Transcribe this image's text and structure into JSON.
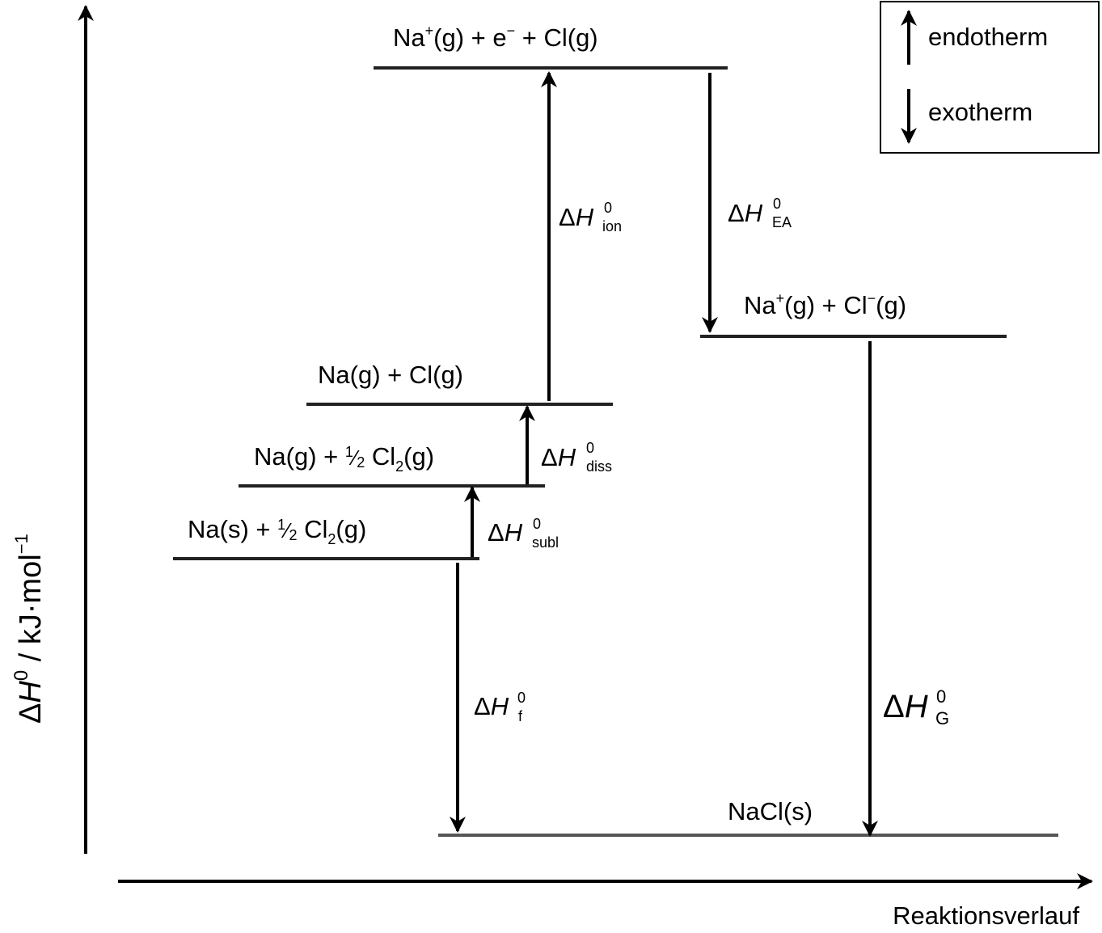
{
  "y_axis_label": {
    "delta": "Δ",
    "h": "H",
    "sup": "0",
    "unit": " / kJ·mol",
    "unit_sup": "−1"
  },
  "x_axis_label": "Reaktionsverlauf",
  "legend": {
    "endo": "endotherm",
    "exo": "exotherm"
  },
  "levels": {
    "top": {
      "a": "Na",
      "a_sup": "+",
      "b": "(g) + e",
      "b_sup": "−",
      "c": " + Cl(g)"
    },
    "ionic": {
      "a": "Na",
      "a_sup": "+",
      "b": "(g) + Cl",
      "b_sup": "−",
      "c": "(g)"
    },
    "atoms": {
      "text": "Na(g) + Cl(g)"
    },
    "half_gas": {
      "a": "Na(g) + ",
      "frac_num": "1",
      "frac_den": "2",
      "b": " Cl",
      "b_sub": "2",
      "c": "(g)"
    },
    "solid": {
      "a": "Na(s) + ",
      "frac_num": "1",
      "frac_den": "2",
      "b": " Cl",
      "b_sub": "2",
      "c": "(g)"
    },
    "nacl": {
      "text": "NaCl(s)"
    }
  },
  "transitions": {
    "ion": {
      "delta": "Δ",
      "h": "H",
      "sup": "0",
      "sub": "ion"
    },
    "ea": {
      "delta": "Δ",
      "h": "H",
      "sup": "0",
      "sub": "EA"
    },
    "diss": {
      "delta": "Δ",
      "h": "H",
      "sup": "0",
      "sub": "diss"
    },
    "subl": {
      "delta": "Δ",
      "h": "H",
      "sup": "0",
      "sub": "subl"
    },
    "f": {
      "delta": "Δ",
      "h": "H",
      "sup": "0",
      "sub": "f"
    },
    "g": {
      "delta": "Δ",
      "h": "H",
      "sup": "0",
      "sub": "G"
    }
  }
}
